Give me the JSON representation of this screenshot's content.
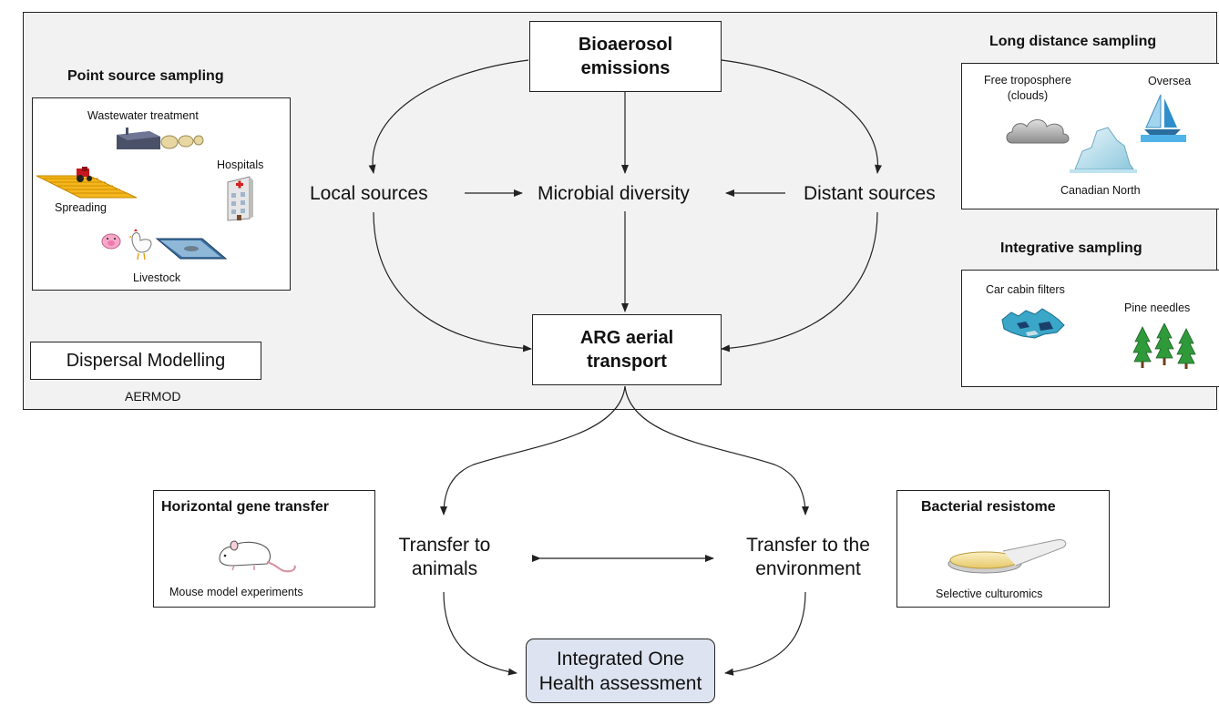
{
  "diagram": {
    "nodes": {
      "bioaerosol": "Bioaerosol emissions",
      "local_sources": "Local sources",
      "microbial_diversity": "Microbial diversity",
      "distant_sources": "Distant sources",
      "arg_transport": "ARG aerial transport",
      "transfer_animals": "Transfer to animals",
      "transfer_environment": "Transfer to the environment",
      "one_health": "Integrated One Health assessment"
    },
    "point_source": {
      "heading": "Point source sampling",
      "labels": {
        "wastewater": "Wastewater treatment",
        "hospitals": "Hospitals",
        "spreading": "Spreading",
        "livestock": "Livestock"
      }
    },
    "long_distance": {
      "heading": "Long distance sampling",
      "labels": {
        "troposphere": "Free troposphere (clouds)",
        "oversea": "Oversea",
        "canadian_north": "Canadian North"
      }
    },
    "integrative": {
      "heading": "Integrative sampling",
      "labels": {
        "car_cabin": "Car cabin filters",
        "pine_needles": "Pine needles"
      }
    },
    "dispersal": {
      "label": "Dispersal Modelling",
      "caption": "AERMOD"
    },
    "hgt": {
      "heading": "Horizontal gene transfer",
      "caption": "Mouse model experiments"
    },
    "resistome": {
      "heading": "Bacterial resistome",
      "caption": "Selective culturomics"
    },
    "colors": {
      "panel": "#f2f2f2",
      "one_health_fill": "#dde3f0",
      "line": "#222222"
    }
  }
}
